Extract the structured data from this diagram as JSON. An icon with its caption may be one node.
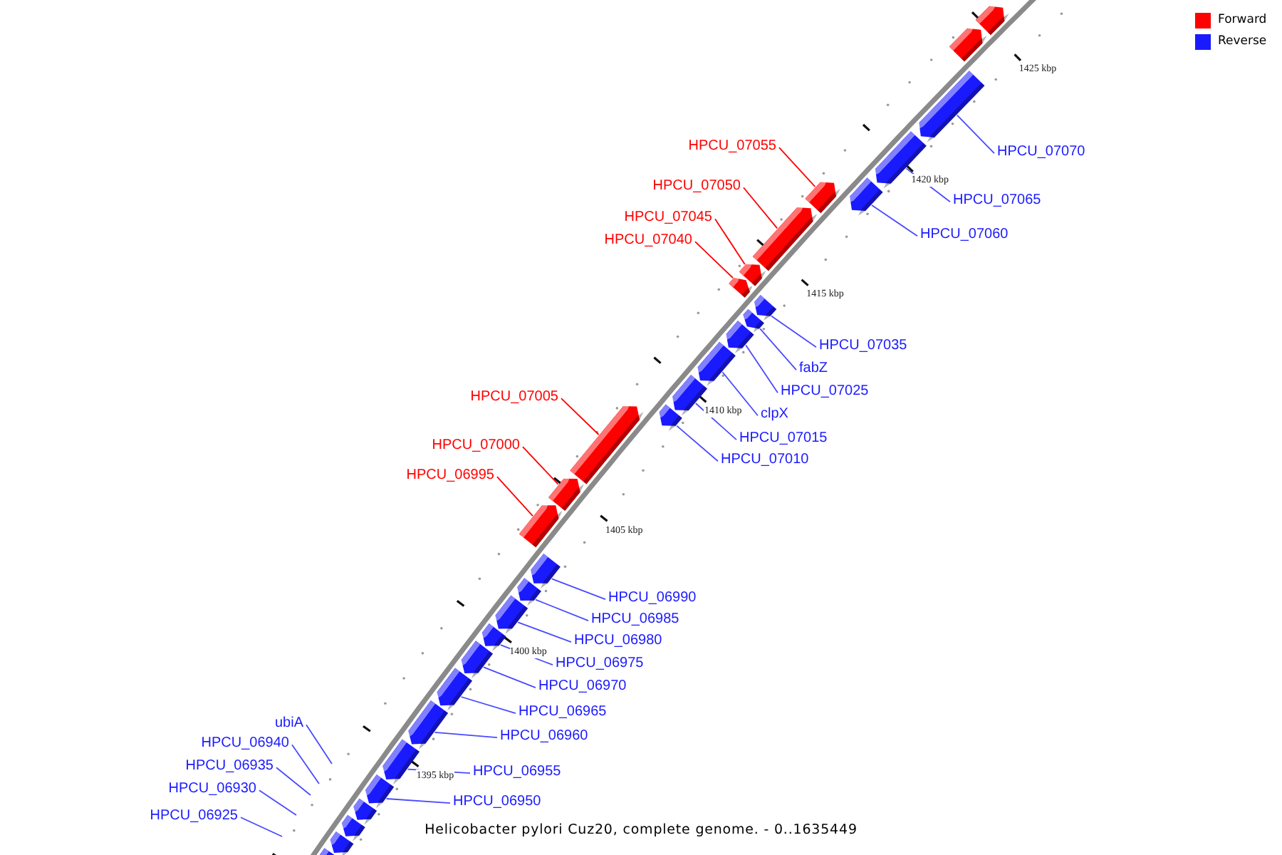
{
  "diagram": {
    "caption": "Helicobacter pylori Cuz20, complete genome. - 0..1635449",
    "nodes": [
      {
        "text": [
          "HPCU_07055"
        ]
      },
      {
        "text": [
          "HPCU_07070"
        ]
      },
      {
        "text": [
          "HPCU_07050"
        ]
      },
      {
        "text": [
          "HPCU_07065"
        ]
      },
      {
        "text": [
          "HPCU_07045"
        ]
      },
      {
        "text": [
          "HPCU_07060"
        ]
      },
      {
        "text": [
          "HPCU_07040"
        ]
      },
      {
        "text": [
          "HPCU_07035"
        ]
      },
      {
        "text": [
          "fabZ"
        ]
      },
      {
        "text": [
          "HPCU_07025"
        ]
      },
      {
        "text": [
          "HPCU_07005"
        ]
      },
      {
        "text": [
          "clpX"
        ]
      },
      {
        "text": [
          "HPCU_07015"
        ]
      },
      {
        "text": [
          "HPCU_07000"
        ]
      },
      {
        "text": [
          "HPCU_07010"
        ]
      },
      {
        "text": [
          "HPCU_06995"
        ]
      },
      {
        "text": [
          "HPCU_06990"
        ]
      },
      {
        "text": [
          "HPCU_06985"
        ]
      },
      {
        "text": [
          "HPCU_06980"
        ]
      },
      {
        "text": [
          "HPCU_06975"
        ]
      },
      {
        "text": [
          "HPCU_06970"
        ]
      },
      {
        "text": [
          "HPCU_06965"
        ]
      },
      {
        "text": [
          "ubiA"
        ]
      },
      {
        "text": [
          "HPCU_06960"
        ]
      },
      {
        "text": [
          "HPCU_06940"
        ]
      },
      {
        "text": [
          "HPCU_06935"
        ]
      },
      {
        "text": [
          "HPCU_06955"
        ]
      },
      {
        "text": [
          "HPCU_06930"
        ]
      },
      {
        "text": [
          "HPCU_06950"
        ]
      },
      {
        "text": [
          "HPCU_06925"
        ]
      },
      {
        "text": [],
        "shape": "bar"
      },
      {
        "text": [],
        "shape": "bar"
      },
      {
        "text": [],
        "shape": "bar"
      },
      {
        "text": [],
        "shape": "bar"
      },
      {
        "text": [],
        "shape": "bar"
      },
      {
        "text": [],
        "shape": "bar"
      },
      {
        "text": [],
        "shape": "bar"
      },
      {
        "text": [],
        "shape": "bar"
      },
      {
        "text": [],
        "shape": "bar"
      },
      {
        "text": [],
        "shape": "bar"
      },
      {
        "text": [],
        "shape": "bar"
      },
      {
        "text": [],
        "shape": "bar"
      },
      {
        "text": [],
        "shape": "bar"
      },
      {
        "text": [],
        "shape": "bar"
      },
      {
        "text": [],
        "shape": "bar"
      },
      {
        "text": [],
        "shape": "bar"
      },
      {
        "text": [],
        "shape": "bar"
      },
      {
        "text": [],
        "shape": "bar"
      },
      {
        "text": [],
        "shape": "bar"
      },
      {
        "text": [],
        "shape": "bar"
      },
      {
        "text": [],
        "shape": "bar"
      },
      {
        "text": [],
        "shape": "bar"
      },
      {
        "text": [],
        "shape": "bar"
      },
      {
        "text": [],
        "shape": "bar"
      },
      {
        "text": [],
        "shape": "bar"
      },
      {
        "text": [],
        "shape": "bar"
      },
      {
        "text": [],
        "shape": "bar"
      },
      {
        "text": [],
        "shape": "bar"
      },
      {
        "text": [],
        "shape": "bar"
      },
      {
        "text": [],
        "shape": "bar"
      },
      {
        "text": [],
        "shape": "bar"
      }
    ],
    "edges": [
      {
        "from": 0,
        "to": 35,
        "arrow": "none",
        "color": "#ff0000"
      },
      {
        "from": 1,
        "to": 32,
        "arrow": "none"
      },
      {
        "from": 2,
        "to": 36,
        "arrow": "none",
        "color": "#ff0000"
      },
      {
        "from": 3,
        "to": 33,
        "arrow": "none"
      },
      {
        "from": 4,
        "to": 37,
        "arrow": "none",
        "color": "#ff0000"
      },
      {
        "from": 5,
        "to": 34,
        "arrow": "none"
      },
      {
        "from": 6,
        "to": 38,
        "arrow": "none",
        "color": "#ff0000"
      },
      {
        "from": 7,
        "to": 39,
        "arrow": "none"
      },
      {
        "from": 8,
        "to": 40,
        "arrow": "none"
      },
      {
        "from": 9,
        "to": 41,
        "arrow": "none"
      },
      {
        "from": 10,
        "to": 45,
        "arrow": "none",
        "color": "#ff0000"
      },
      {
        "from": 11,
        "to": 42,
        "arrow": "none"
      },
      {
        "from": 12,
        "to": 43,
        "arrow": "none"
      },
      {
        "from": 13,
        "to": 46,
        "arrow": "none",
        "color": "#ff0000"
      },
      {
        "from": 14,
        "to": 44,
        "arrow": "none"
      },
      {
        "from": 15,
        "to": 47,
        "arrow": "none",
        "color": "#ff0000"
      },
      {
        "from": 16,
        "to": 48,
        "arrow": "none"
      },
      {
        "from": 17,
        "to": 49,
        "arrow": "none"
      },
      {
        "from": 18,
        "to": 50,
        "arrow": "none"
      },
      {
        "from": 19,
        "to": 51,
        "arrow": "none"
      },
      {
        "from": 20,
        "to": 52,
        "arrow": "none"
      },
      {
        "from": 21,
        "to": 53,
        "arrow": "none"
      },
      {
        "from": 22,
        "to": null,
        "arrow": "none"
      },
      {
        "from": 23,
        "to": 54,
        "arrow": "none"
      },
      {
        "from": 24,
        "to": null,
        "arrow": "none"
      },
      {
        "from": 25,
        "to": null,
        "arrow": "none"
      },
      {
        "from": 26,
        "to": 55,
        "arrow": "none"
      },
      {
        "from": 27,
        "to": null,
        "arrow": "none"
      },
      {
        "from": 28,
        "to": 56,
        "arrow": "none"
      },
      {
        "from": 29,
        "to": null,
        "arrow": "none"
      }
    ],
    "labels": [
      "1425 kbp",
      "1420 kbp",
      "1415 kbp",
      "1410 kbp",
      "1405 kbp",
      "1400 kbp",
      "1395 kbp"
    ],
    "legend": [
      {
        "text": "Forward",
        "color": "#ff0000"
      },
      {
        "text": "Reverse",
        "color": "#1a1aff"
      }
    ]
  }
}
